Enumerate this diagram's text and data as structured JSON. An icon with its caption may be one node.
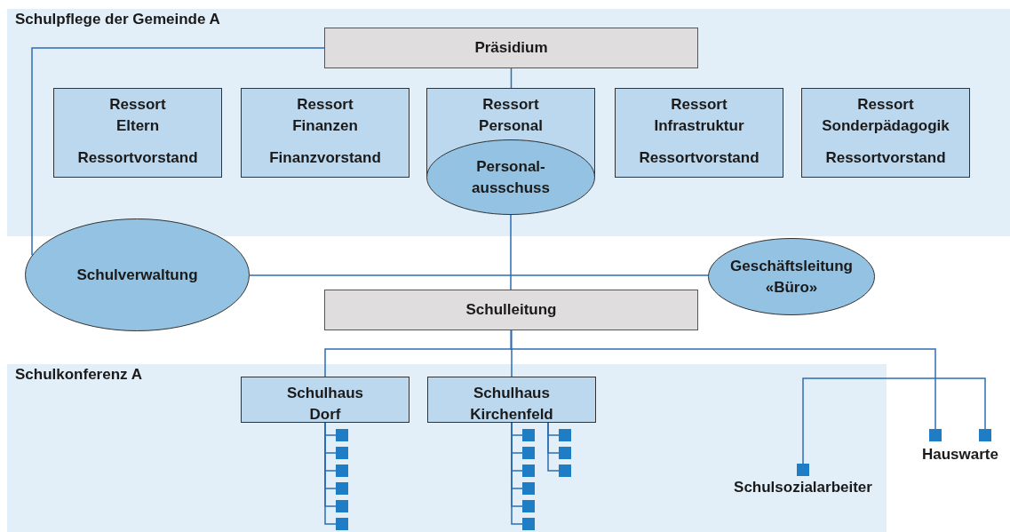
{
  "diagram": {
    "nodes": [
      {
        "text": [
          "Schulpflege der Gemeinde A"
        ]
      },
      {
        "text": [
          "Präsidium"
        ],
        "in": 0
      },
      {
        "text": [
          "Ressort Eltern",
          "Ressortvorstand"
        ],
        "in": 0
      },
      {
        "text": [
          "Ressort Finanzen",
          "Finanzvorstand"
        ],
        "in": 0
      },
      {
        "text": [
          "Ressort Personal"
        ],
        "in": 0
      },
      {
        "text": [
          "Ressort Infrastruktur",
          "Ressortvorstand"
        ],
        "in": 0
      },
      {
        "text": [
          "Ressort Sonderpädagogik",
          "Ressortvorstand"
        ],
        "in": 0
      },
      {
        "text": [
          "Personal- ausschuss"
        ],
        "in": 0
      },
      {
        "text": [
          "Schulverwaltung"
        ]
      },
      {
        "text": [
          "Geschäftsleitung «Büro»"
        ]
      },
      {
        "text": [
          "Schulleitung"
        ]
      },
      {
        "text": [
          "Schulkonferenz A"
        ]
      },
      {
        "text": [
          "Schulhaus Dorf"
        ],
        "in": 11
      },
      {
        "text": [
          "Schulhaus Kirchenfeld"
        ],
        "in": 11
      },
      {
        "text": [],
        "shape": "box",
        "in": 11
      },
      {
        "text": [],
        "shape": "box",
        "in": 11
      },
      {
        "text": [],
        "shape": "box",
        "in": 11
      },
      {
        "text": [],
        "shape": "box",
        "in": 11
      },
      {
        "text": [],
        "shape": "box",
        "in": 11
      },
      {
        "text": [],
        "shape": "box",
        "in": 11
      },
      {
        "text": [],
        "shape": "box",
        "in": 11
      },
      {
        "text": [],
        "shape": "box",
        "in": 11
      },
      {
        "text": [],
        "shape": "box",
        "in": 11
      },
      {
        "text": [],
        "shape": "box",
        "in": 11
      },
      {
        "text": [],
        "shape": "box",
        "in": 11
      },
      {
        "text": [],
        "shape": "box",
        "in": 11
      },
      {
        "text": [],
        "shape": "box",
        "in": 11
      },
      {
        "text": [],
        "shape": "box",
        "in": 11
      },
      {
        "text": [],
        "shape": "box",
        "in": 11
      },
      {
        "text": [],
        "shape": "box",
        "in": 11,
        "beside": [
          "Schulsozialarbeiter"
        ]
      },
      {
        "text": [],
        "shape": "box"
      },
      {
        "text": [],
        "shape": "box"
      }
    ],
    "edges": [
      {
        "from": 1,
        "to": 8,
        "arrow": "none"
      },
      {
        "from": 1,
        "to": 4,
        "arrow": "none"
      },
      {
        "from": 7,
        "to": 10,
        "arrow": "none"
      },
      {
        "from": 8,
        "to": 9,
        "arrow": "none"
      },
      {
        "from": 10,
        "to": 12,
        "arrow": "none"
      },
      {
        "from": 10,
        "to": 13,
        "arrow": "none"
      },
      {
        "from": 10,
        "to": 30,
        "arrow": "none"
      },
      {
        "from": 29,
        "to": 31,
        "arrow": "none"
      },
      {
        "from": 12,
        "to": 14,
        "arrow": "none"
      },
      {
        "from": 12,
        "to": 15,
        "arrow": "none"
      },
      {
        "from": 12,
        "to": 16,
        "arrow": "none"
      },
      {
        "from": 12,
        "to": 17,
        "arrow": "none"
      },
      {
        "from": 12,
        "to": 18,
        "arrow": "none"
      },
      {
        "from": 12,
        "to": 19,
        "arrow": "none"
      },
      {
        "from": 13,
        "to": 20,
        "arrow": "none"
      },
      {
        "from": 13,
        "to": 21,
        "arrow": "none"
      },
      {
        "from": 13,
        "to": 22,
        "arrow": "none"
      },
      {
        "from": 13,
        "to": 23,
        "arrow": "none"
      },
      {
        "from": 13,
        "to": 24,
        "arrow": "none"
      },
      {
        "from": 13,
        "to": 25,
        "arrow": "none"
      },
      {
        "from": 13,
        "to": 26,
        "arrow": "none"
      },
      {
        "from": 13,
        "to": 27,
        "arrow": "none"
      },
      {
        "from": 13,
        "to": 28,
        "arrow": "none"
      }
    ],
    "labels": [
      "Hauswarte"
    ]
  }
}
